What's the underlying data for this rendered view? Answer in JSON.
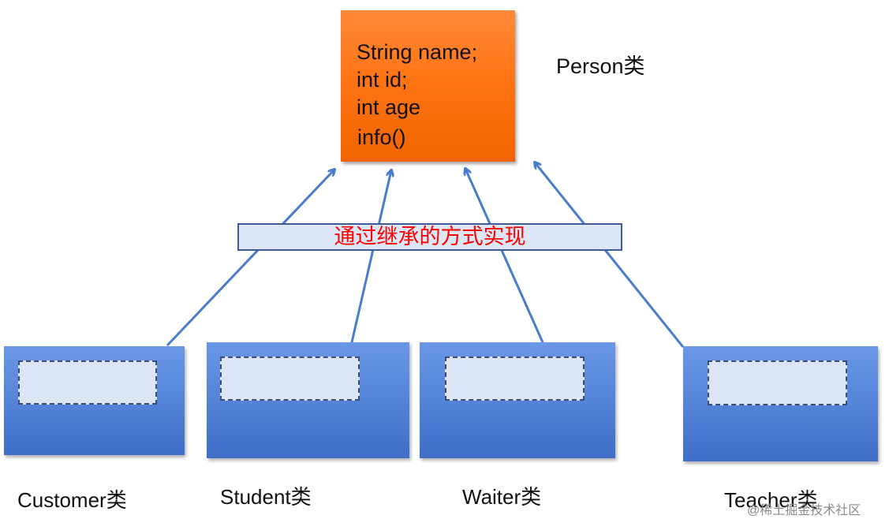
{
  "parent": {
    "members": [
      "String name;",
      "int id;",
      "int age",
      "info()"
    ],
    "label": "Person类"
  },
  "banner": "通过继承的方式实现",
  "subclasses": [
    {
      "label": "Customer类"
    },
    {
      "label": "Student类"
    },
    {
      "label": "Waiter类"
    },
    {
      "label": "Teacher类"
    }
  ],
  "watermark": "@稀土掘金技术社区",
  "colors": {
    "parent_box": "#ff7414",
    "subclass_box": "#5484d8",
    "arrow": "#4a7bcc",
    "banner_text": "#ff0000",
    "banner_bg": "#dce6f4"
  }
}
